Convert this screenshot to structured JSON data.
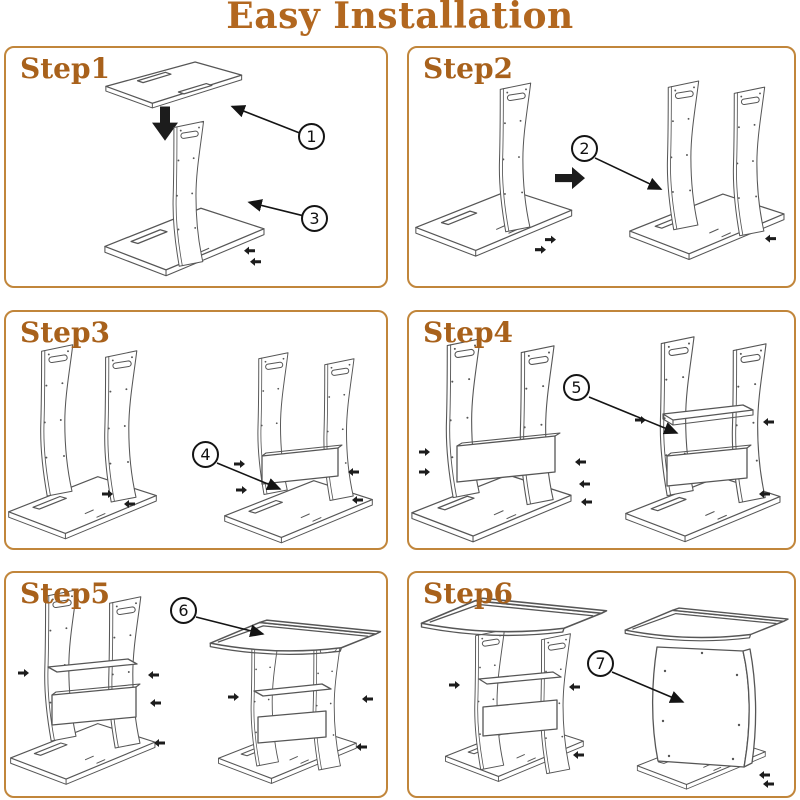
{
  "title": "Easy Installation",
  "colors": {
    "title_text": "#b2671f",
    "step_label": "#a8611b",
    "panel_border": "#c1863b",
    "drawing_line": "#565656",
    "callout_line": "#141414"
  },
  "steps": [
    {
      "label": "Step1",
      "callouts": [
        {
          "n": "1"
        },
        {
          "n": "3"
        }
      ]
    },
    {
      "label": "Step2",
      "callouts": [
        {
          "n": "2"
        }
      ]
    },
    {
      "label": "Step3",
      "callouts": [
        {
          "n": "4"
        }
      ]
    },
    {
      "label": "Step4",
      "callouts": [
        {
          "n": "5"
        }
      ]
    },
    {
      "label": "Step5",
      "callouts": [
        {
          "n": "6"
        }
      ]
    },
    {
      "label": "Step6",
      "callouts": [
        {
          "n": "7"
        }
      ]
    }
  ]
}
